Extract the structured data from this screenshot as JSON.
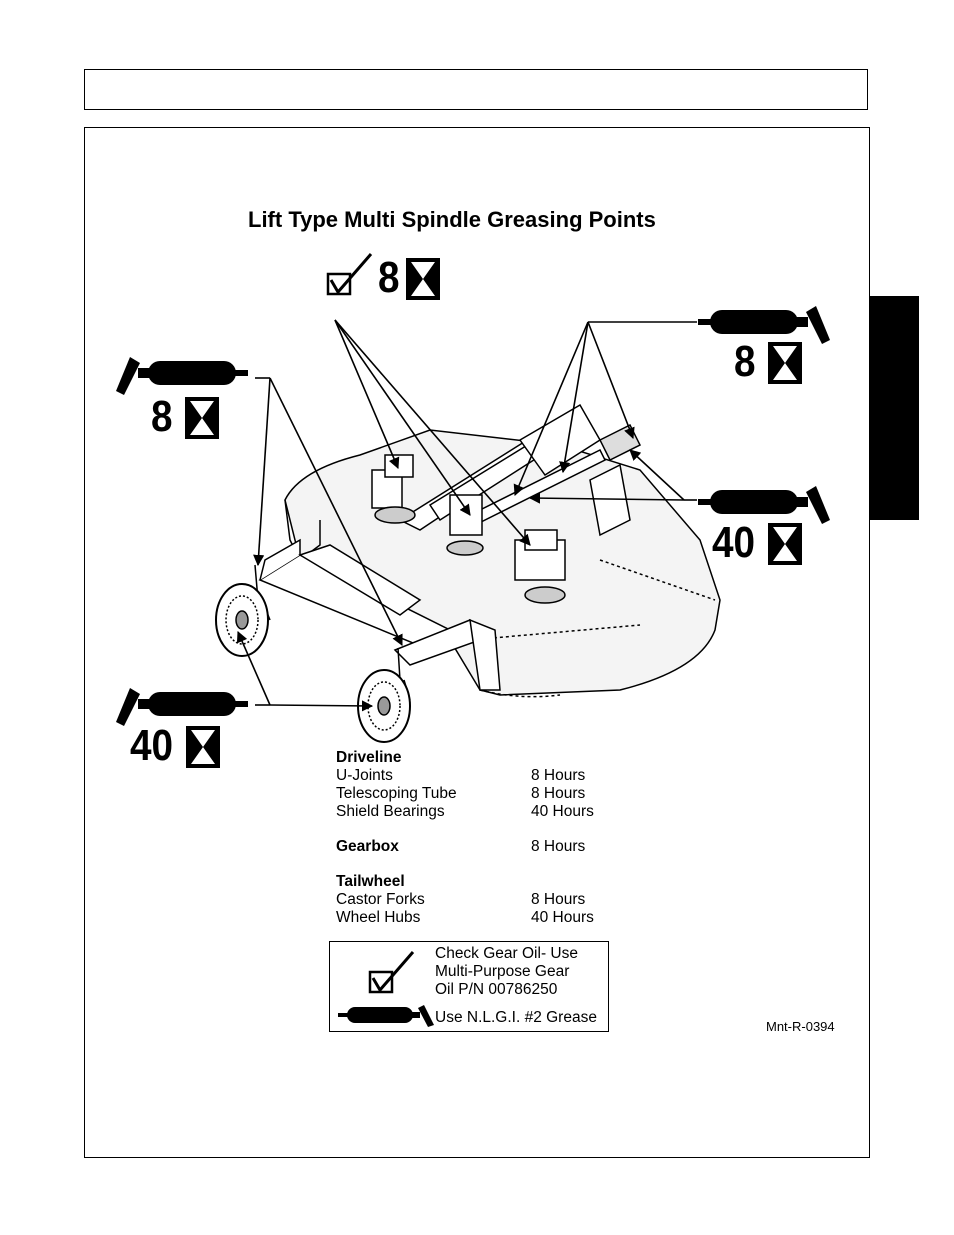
{
  "title": "Lift Type Multi Spindle Greasing Points",
  "callouts": {
    "gear_oil_top": "8",
    "grease_right_top": "8",
    "grease_left_top": "8",
    "grease_right_mid": "40",
    "grease_left_bottom": "40"
  },
  "schedule": {
    "driveline": {
      "heading": "Driveline",
      "items": [
        {
          "label": "U-Joints",
          "hours": "8 Hours"
        },
        {
          "label": "Telescoping Tube",
          "hours": "8 Hours"
        },
        {
          "label": "Shield Bearings",
          "hours": "40 Hours"
        }
      ]
    },
    "gearbox": {
      "heading": "Gearbox",
      "hours": "8 Hours"
    },
    "tailwheel": {
      "heading": "Tailwheel",
      "items": [
        {
          "label": "Castor Forks",
          "hours": "8 Hours"
        },
        {
          "label": "Wheel Hubs",
          "hours": "40 Hours"
        }
      ]
    }
  },
  "legend": {
    "line1": "Check Gear Oil- Use",
    "line2": "Multi-Purpose Gear",
    "line3": "Oil P/N 00786250",
    "grease": "Use N.L.G.I. #2 Grease"
  },
  "figure_ref": "Mnt-R-0394",
  "icons": [
    "check-box-icon",
    "grease-gun-icon",
    "hourglass-icon"
  ]
}
